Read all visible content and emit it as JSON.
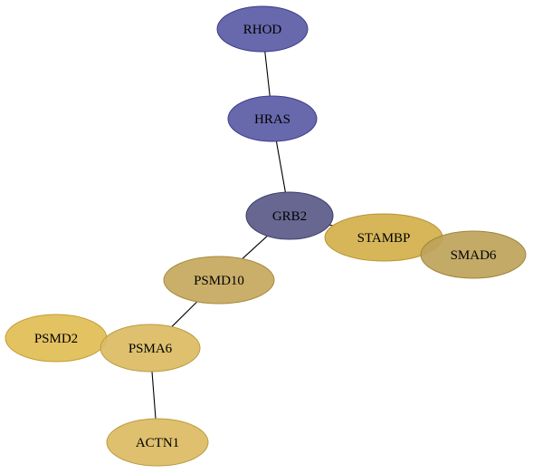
{
  "graph": {
    "nodes": [
      {
        "id": "RHOD",
        "label": "RHOD",
        "fill": "#5b5ba6",
        "stroke": "#3c3c8a"
      },
      {
        "id": "HRAS",
        "label": "HRAS",
        "fill": "#5b5ba6",
        "stroke": "#3c3c8a"
      },
      {
        "id": "GRB2",
        "label": "GRB2",
        "fill": "#5a5a88",
        "stroke": "#3e3e6c"
      },
      {
        "id": "STAMBP",
        "label": "STAMBP",
        "fill": "#d4b04c",
        "stroke": "#b8942f"
      },
      {
        "id": "SMAD6",
        "label": "SMAD6",
        "fill": "#bea35a",
        "stroke": "#a08638"
      },
      {
        "id": "PSMD10",
        "label": "PSMD10",
        "fill": "#c6a85e",
        "stroke": "#a88a3e"
      },
      {
        "id": "PSMD2",
        "label": "PSMD2",
        "fill": "#e1bd55",
        "stroke": "#c49e34"
      },
      {
        "id": "PSMA6",
        "label": "PSMA6",
        "fill": "#dbbb62",
        "stroke": "#bd9c40"
      },
      {
        "id": "ACTN1",
        "label": "ACTN1",
        "fill": "#dbbb62",
        "stroke": "#bd9c40"
      }
    ],
    "edges": [
      {
        "from": "RHOD",
        "to": "HRAS"
      },
      {
        "from": "HRAS",
        "to": "GRB2"
      },
      {
        "from": "GRB2",
        "to": "PSMD10"
      },
      {
        "from": "GRB2",
        "to": "STAMBP"
      },
      {
        "from": "PSMD10",
        "to": "PSMA6"
      },
      {
        "from": "PSMA6",
        "to": "ACTN1"
      }
    ]
  }
}
